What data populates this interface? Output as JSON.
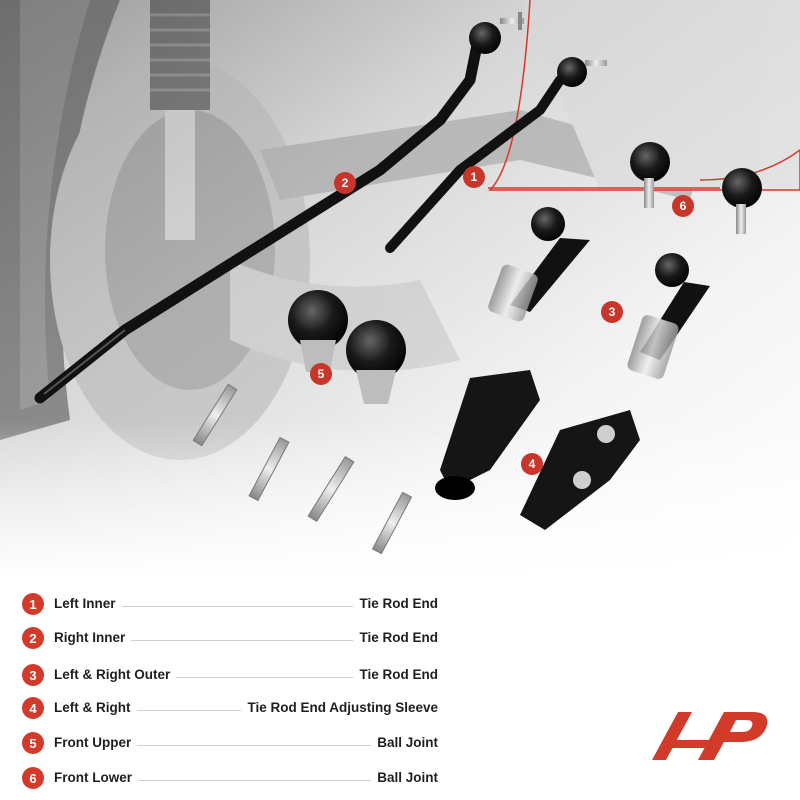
{
  "legend": [
    {
      "num": "1",
      "left": "Left Inner",
      "right": "Tie Rod End"
    },
    {
      "num": "2",
      "left": "Right Inner",
      "right": "Tie Rod End"
    },
    {
      "num": "3",
      "left": "Left & Right Outer",
      "right": "Tie Rod End"
    },
    {
      "num": "4",
      "left": "Left & Right",
      "right": "Tie Rod End Adjusting Sleeve"
    },
    {
      "num": "5",
      "left": "Front Upper",
      "right": "Ball Joint"
    },
    {
      "num": "6",
      "left": "Front Lower",
      "right": "Ball Joint"
    }
  ],
  "callouts": {
    "c1": "1",
    "c2": "2",
    "c3": "3",
    "c4": "4",
    "c5": "5",
    "c6": "6"
  },
  "colors": {
    "accent": "#d23a2a",
    "text": "#1f1f1f"
  },
  "icons": {
    "logo": "brand-logo-icon"
  }
}
